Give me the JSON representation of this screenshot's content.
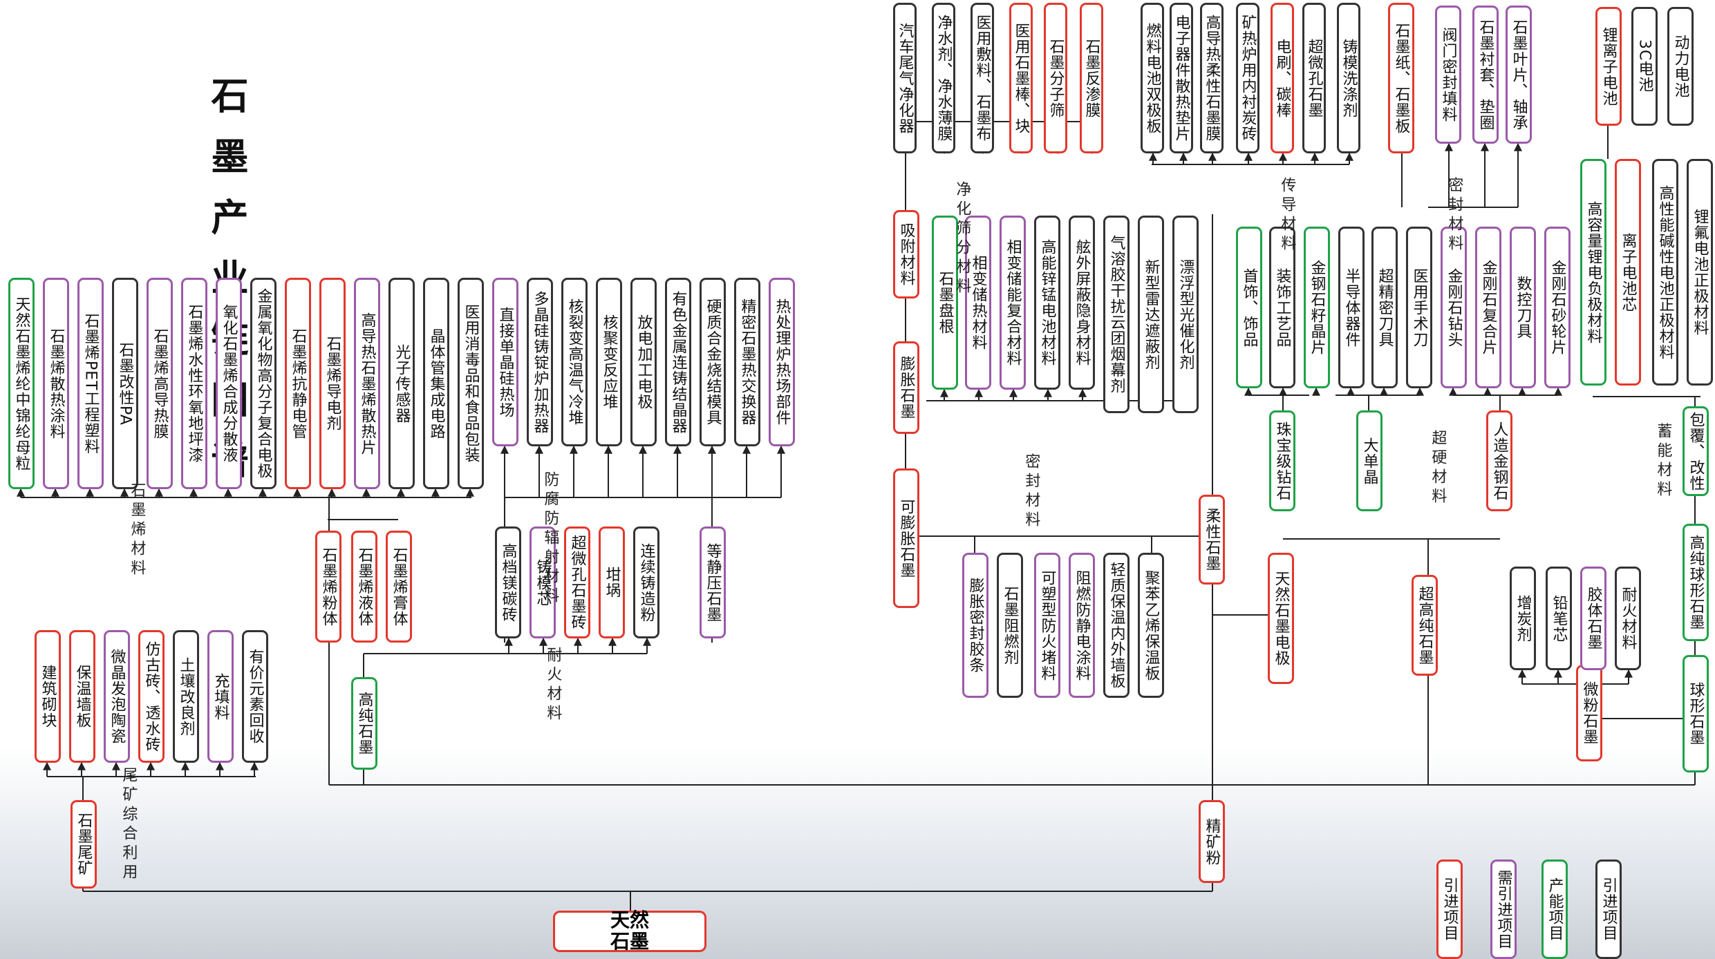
{
  "title": "石墨产业链图谱",
  "root": {
    "label": "天然石墨"
  },
  "colors": {
    "red": "#e3382d",
    "purple": "#9b5aa8",
    "green": "#1fa248",
    "black": "#333333",
    "line": "#222222"
  },
  "nodes": [
    {
      "id": "n1",
      "text": "汽车尾气净化器",
      "color": "black"
    },
    {
      "id": "n2",
      "text": "净水剂、净水薄膜",
      "color": "black"
    },
    {
      "id": "n3",
      "text": "医用敷料、石墨布",
      "color": "black"
    },
    {
      "id": "n4",
      "text": "医用石墨棒、块",
      "color": "red"
    },
    {
      "id": "n5",
      "text": "石墨分子筛",
      "color": "red"
    },
    {
      "id": "n6",
      "text": "石墨反渗膜",
      "color": "red"
    },
    {
      "id": "n7",
      "text": "燃料电池双极板",
      "color": "black"
    },
    {
      "id": "n8",
      "text": "电子器件散热垫片",
      "color": "black"
    },
    {
      "id": "n9",
      "text": "高导热柔性石墨膜",
      "color": "black"
    },
    {
      "id": "n10",
      "text": "矿热炉用内衬炭砖",
      "color": "black"
    },
    {
      "id": "n11",
      "text": "电刷、碳棒",
      "color": "red"
    },
    {
      "id": "n12",
      "text": "超微孔石墨",
      "color": "black"
    },
    {
      "id": "n13",
      "text": "铸模洗涤剂",
      "color": "black"
    },
    {
      "id": "n14",
      "text": "石墨纸、石墨板",
      "color": "red"
    },
    {
      "id": "n15",
      "text": "阀门密封填料",
      "color": "purple"
    },
    {
      "id": "n16",
      "text": "石墨衬套、垫圈",
      "color": "purple"
    },
    {
      "id": "n17",
      "text": "石墨叶片、轴承",
      "color": "purple"
    },
    {
      "id": "n18",
      "text": "锂离子电池",
      "color": "red"
    },
    {
      "id": "n19",
      "text": "3C电池",
      "color": "black"
    },
    {
      "id": "n20",
      "text": "动力电池",
      "color": "black"
    },
    {
      "id": "n21",
      "text": "石墨盘根",
      "color": "green"
    },
    {
      "id": "n22",
      "text": "相变储热材料",
      "color": "purple"
    },
    {
      "id": "n23",
      "text": "相变储能复合材料",
      "color": "purple"
    },
    {
      "id": "n24",
      "text": "高能锌锰电池材料",
      "color": "black"
    },
    {
      "id": "n25",
      "text": "舷外屏蔽隐身材料",
      "color": "black"
    },
    {
      "id": "n26",
      "text": "气溶胶干扰云团烟幕剂",
      "color": "black"
    },
    {
      "id": "n27",
      "text": "新型雷达遮蔽剂",
      "color": "black"
    },
    {
      "id": "n28",
      "text": "漂浮型光催化剂",
      "color": "black"
    },
    {
      "id": "n29",
      "text": "首饰、饰品",
      "color": "green"
    },
    {
      "id": "n30",
      "text": "装饰工艺品",
      "color": "black"
    },
    {
      "id": "n31",
      "text": "金钢石籽晶片",
      "color": "green"
    },
    {
      "id": "n32",
      "text": "半导体器件",
      "color": "black"
    },
    {
      "id": "n33",
      "text": "超精密刀具",
      "color": "black"
    },
    {
      "id": "n34",
      "text": "医用手术刀",
      "color": "black"
    },
    {
      "id": "n35",
      "text": "金刚石钻头",
      "color": "purple"
    },
    {
      "id": "n36",
      "text": "金刚石复合片",
      "color": "purple"
    },
    {
      "id": "n37",
      "text": "数控刀具",
      "color": "purple"
    },
    {
      "id": "n38",
      "text": "金刚石砂轮片",
      "color": "purple"
    },
    {
      "id": "n39",
      "text": "高容量锂电负极材料",
      "color": "green"
    },
    {
      "id": "n40",
      "text": "离子电池芯",
      "color": "red"
    },
    {
      "id": "n41",
      "text": "高性能碱性电池正极材料",
      "color": "black"
    },
    {
      "id": "n42",
      "text": "锂氟电池正极材料",
      "color": "black"
    },
    {
      "id": "n43",
      "text": "吸附材料",
      "color": "red"
    },
    {
      "id": "n44",
      "text": "膨胀石墨",
      "color": "red"
    },
    {
      "id": "n45",
      "text": "可膨胀石墨",
      "color": "red"
    },
    {
      "id": "n46",
      "text": "柔性石墨",
      "color": "red"
    },
    {
      "id": "n47",
      "text": "天然石墨电极",
      "color": "red"
    },
    {
      "id": "n48",
      "text": "珠宝级钻石",
      "color": "green"
    },
    {
      "id": "n49",
      "text": "大单晶",
      "color": "green"
    },
    {
      "id": "n50",
      "text": "人造金钢石",
      "color": "red"
    },
    {
      "id": "n51",
      "text": "超高纯石墨",
      "color": "red"
    },
    {
      "id": "n52",
      "text": "包覆、改性",
      "color": "green"
    },
    {
      "id": "n53",
      "text": "高纯球形石墨",
      "color": "green"
    },
    {
      "id": "n54",
      "text": "球形石墨",
      "color": "green"
    },
    {
      "id": "n55",
      "text": "微粉石墨",
      "color": "red"
    },
    {
      "id": "n56",
      "text": "增炭剂",
      "color": "black"
    },
    {
      "id": "n57",
      "text": "铅笔芯",
      "color": "black"
    },
    {
      "id": "n58",
      "text": "胶体石墨",
      "color": "purple"
    },
    {
      "id": "n59",
      "text": "耐火材料",
      "color": "black"
    },
    {
      "id": "n60",
      "text": "膨胀密封胶条",
      "color": "purple"
    },
    {
      "id": "n61",
      "text": "石墨阻燃剂",
      "color": "black"
    },
    {
      "id": "n62",
      "text": "可塑型防火堵料",
      "color": "purple"
    },
    {
      "id": "n63",
      "text": "阻燃防静电涂料",
      "color": "purple"
    },
    {
      "id": "n64",
      "text": "轻质保温内外墙板",
      "color": "black"
    },
    {
      "id": "n65",
      "text": "聚苯乙烯保温板",
      "color": "black"
    },
    {
      "id": "n66",
      "text": "天然石墨烯纶中锦纶母粒",
      "color": "green"
    },
    {
      "id": "n67",
      "text": "石墨烯散热涂料",
      "color": "purple"
    },
    {
      "id": "n68",
      "text": "石墨烯PET工程塑料",
      "color": "purple"
    },
    {
      "id": "n69",
      "text": "石墨改性PA",
      "color": "black"
    },
    {
      "id": "n70",
      "text": "石墨烯高导热膜",
      "color": "purple"
    },
    {
      "id": "n71",
      "text": "石墨烯水性环氧地坪漆",
      "color": "purple"
    },
    {
      "id": "n72",
      "text": "氧化石墨烯合成分散液",
      "color": "purple"
    },
    {
      "id": "n73",
      "text": "金属氧化物高分子复合电极",
      "color": "black"
    },
    {
      "id": "n74",
      "text": "石墨烯抗静电管",
      "color": "red"
    },
    {
      "id": "n75",
      "text": "石墨烯导电剂",
      "color": "red"
    },
    {
      "id": "n76",
      "text": "高导热石墨烯散热片",
      "color": "purple"
    },
    {
      "id": "n77",
      "text": "光子传感器",
      "color": "black"
    },
    {
      "id": "n78",
      "text": "晶体管集成电路",
      "color": "black"
    },
    {
      "id": "n79",
      "text": "医用消毒品和食品包装",
      "color": "black"
    },
    {
      "id": "n80",
      "text": "直接单晶硅热场",
      "color": "purple"
    },
    {
      "id": "n81",
      "text": "多晶硅铸锭炉加热器",
      "color": "black"
    },
    {
      "id": "n82",
      "text": "核裂变高温气冷堆",
      "color": "black"
    },
    {
      "id": "n83",
      "text": "核聚变反应堆",
      "color": "black"
    },
    {
      "id": "n84",
      "text": "放电加工电极",
      "color": "black"
    },
    {
      "id": "n85",
      "text": "有色金属连铸结晶器",
      "color": "black"
    },
    {
      "id": "n86",
      "text": "硬质合金烧结模具",
      "color": "black"
    },
    {
      "id": "n87",
      "text": "精密石墨热交换器",
      "color": "black"
    },
    {
      "id": "n88",
      "text": "热处理炉热场部件",
      "color": "purple"
    },
    {
      "id": "n89",
      "text": "石墨烯粉体",
      "color": "red"
    },
    {
      "id": "n90",
      "text": "石墨烯液体",
      "color": "red"
    },
    {
      "id": "n91",
      "text": "石墨烯膏体",
      "color": "red"
    },
    {
      "id": "n92",
      "text": "高档镁碳砖",
      "color": "black"
    },
    {
      "id": "n93",
      "text": "铸模芯",
      "color": "purple"
    },
    {
      "id": "n94",
      "text": "超微孔石墨砖",
      "color": "red"
    },
    {
      "id": "n95",
      "text": "坩埚",
      "color": "red"
    },
    {
      "id": "n96",
      "text": "连续铸造粉",
      "color": "black"
    },
    {
      "id": "n97",
      "text": "等静压石墨",
      "color": "purple"
    },
    {
      "id": "n98",
      "text": "高纯石墨",
      "color": "green"
    },
    {
      "id": "n99",
      "text": "建筑砌块",
      "color": "red"
    },
    {
      "id": "n100",
      "text": "保温墙板",
      "color": "red"
    },
    {
      "id": "n101",
      "text": "微晶发泡陶瓷",
      "color": "purple"
    },
    {
      "id": "n102",
      "text": "仿古砖、透水砖",
      "color": "red"
    },
    {
      "id": "n103",
      "text": "土壤改良剂",
      "color": "black"
    },
    {
      "id": "n104",
      "text": "充填料",
      "color": "purple"
    },
    {
      "id": "n105",
      "text": "有价元素回收",
      "color": "black"
    },
    {
      "id": "n106",
      "text": "石墨尾矿",
      "color": "red"
    },
    {
      "id": "n107",
      "text": "精矿粉",
      "color": "red"
    },
    {
      "id": "n108",
      "text": "引进项目",
      "color": "red"
    },
    {
      "id": "n109",
      "text": "需引进项目",
      "color": "purple"
    },
    {
      "id": "n110",
      "text": "产能项目",
      "color": "green"
    },
    {
      "id": "n111",
      "text": "引进项目",
      "color": "black"
    }
  ],
  "labels": [
    {
      "id": "l1",
      "text": "净化筛分材料"
    },
    {
      "id": "l2",
      "text": "传导材料"
    },
    {
      "id": "l3",
      "text": "密封材料"
    },
    {
      "id": "l4",
      "text": "密封材料"
    },
    {
      "id": "l5",
      "text": "超硬材料"
    },
    {
      "id": "l6",
      "text": "蓄能材料"
    },
    {
      "id": "l7",
      "text": "石墨烯材料"
    },
    {
      "id": "l8",
      "text": "防腐防辐射材料"
    },
    {
      "id": "l9",
      "text": "耐火材料"
    },
    {
      "id": "l10",
      "text": "尾矿综合利用"
    }
  ]
}
